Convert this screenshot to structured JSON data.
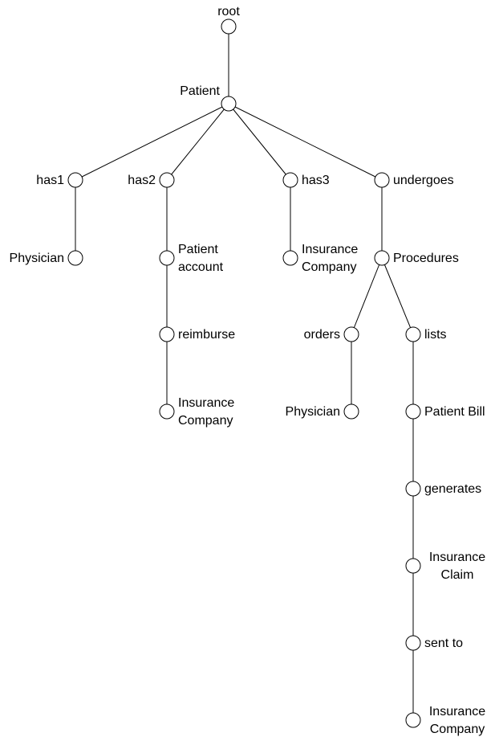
{
  "diagram": {
    "colors": {
      "line": "#000000",
      "node_fill": "#ffffff",
      "background": "#ffffff"
    },
    "nodes": {
      "root": {
        "lines": [
          "root"
        ]
      },
      "patient": {
        "lines": [
          "Patient"
        ]
      },
      "has1": {
        "lines": [
          "has1"
        ]
      },
      "has2": {
        "lines": [
          "has2"
        ]
      },
      "has3": {
        "lines": [
          "has3"
        ]
      },
      "undergoes": {
        "lines": [
          "undergoes"
        ]
      },
      "physician_1": {
        "lines": [
          "Physician"
        ]
      },
      "patient_account": {
        "lines": [
          "Patient",
          "account"
        ]
      },
      "insurance_company_1": {
        "lines": [
          "Insurance",
          "Company"
        ]
      },
      "procedures": {
        "lines": [
          "Procedures"
        ]
      },
      "reimburse": {
        "lines": [
          "reimburse"
        ]
      },
      "insurance_company_2": {
        "lines": [
          "Insurance",
          "Company"
        ]
      },
      "orders": {
        "lines": [
          "orders"
        ]
      },
      "lists": {
        "lines": [
          "lists"
        ]
      },
      "physician_2": {
        "lines": [
          "Physician"
        ]
      },
      "patient_bill": {
        "lines": [
          "Patient Bill"
        ]
      },
      "generates": {
        "lines": [
          "generates"
        ]
      },
      "insurance_claim": {
        "lines": [
          "Insurance",
          "Claim"
        ]
      },
      "sent_to": {
        "lines": [
          "sent to"
        ]
      },
      "insurance_company_3": {
        "lines": [
          "Insurance",
          "Company"
        ]
      }
    },
    "edges": [
      [
        "root",
        "patient"
      ],
      [
        "patient",
        "has1"
      ],
      [
        "patient",
        "has2"
      ],
      [
        "patient",
        "has3"
      ],
      [
        "patient",
        "undergoes"
      ],
      [
        "has1",
        "physician_1"
      ],
      [
        "has2",
        "patient_account"
      ],
      [
        "patient_account",
        "reimburse"
      ],
      [
        "reimburse",
        "insurance_company_2"
      ],
      [
        "has3",
        "insurance_company_1"
      ],
      [
        "undergoes",
        "procedures"
      ],
      [
        "procedures",
        "orders"
      ],
      [
        "procedures",
        "lists"
      ],
      [
        "orders",
        "physician_2"
      ],
      [
        "lists",
        "patient_bill"
      ],
      [
        "patient_bill",
        "generates"
      ],
      [
        "generates",
        "insurance_claim"
      ],
      [
        "insurance_claim",
        "sent_to"
      ],
      [
        "sent_to",
        "insurance_company_3"
      ]
    ]
  }
}
